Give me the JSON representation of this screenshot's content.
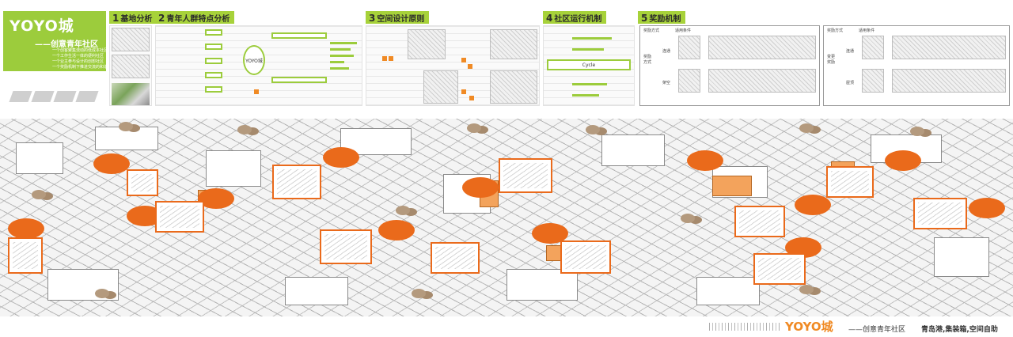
{
  "title": {
    "main": "YOYO城",
    "subtitle": "——创意青年社区",
    "lines": [
      "一个创客聚集流动的低成本社区",
      "一个工作生活一体的便利社区",
      "一个业主参与设计的创想社区",
      "一个奖励机制下推进交流的和谐社区"
    ]
  },
  "sections": [
    {
      "num": "1",
      "label": "基地分析"
    },
    {
      "num": "2",
      "label": "青年人群特点分析"
    },
    {
      "num": "3",
      "label": "空间设计原则"
    },
    {
      "num": "4",
      "label": "社区运行机制"
    },
    {
      "num": "5",
      "label": "奖励机制"
    }
  ],
  "center_node": "YOYO城",
  "mech_label": "Cycle",
  "reward_headers": [
    "奖励方式",
    "适用条件"
  ],
  "reward_side": [
    "奖励方式",
    "变更奖励"
  ],
  "reward_rows": [
    "连通",
    "架空",
    "连通",
    "屋顶"
  ],
  "footer": {
    "logo": "YOYO城",
    "subtitle": "——创意青年社区",
    "tagline": "青岛港,集装箱,空间自助"
  },
  "colors": {
    "accent_green": "#9ccc3c",
    "accent_orange": "#ea6a1b",
    "highlight_orange": "#f3a35c"
  }
}
